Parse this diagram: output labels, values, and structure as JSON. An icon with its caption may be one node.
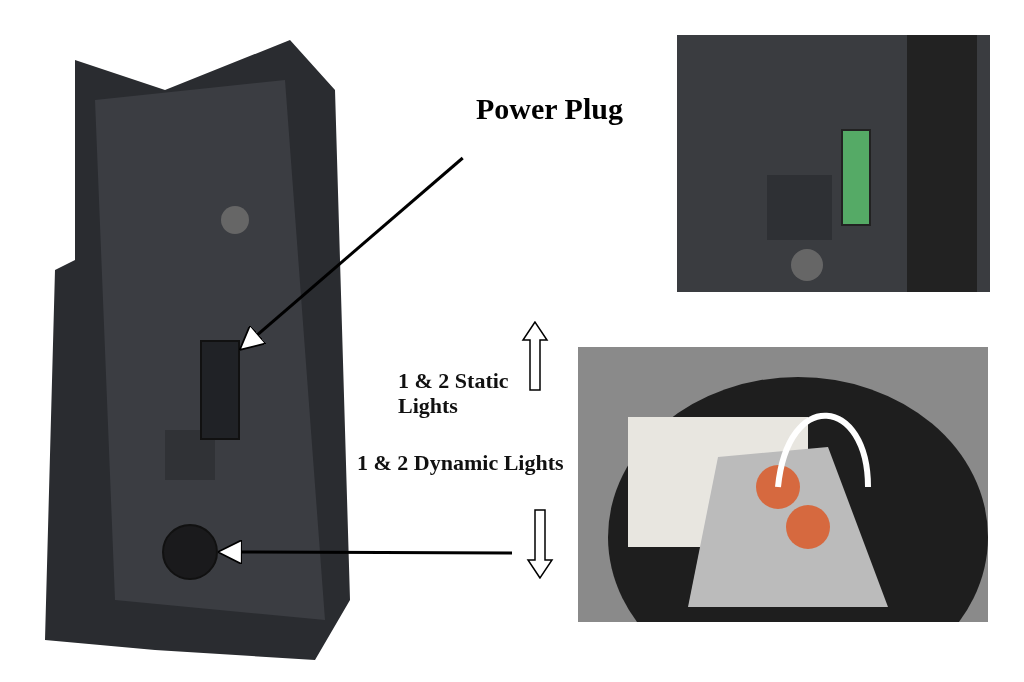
{
  "diagram": {
    "nodes": [
      {
        "text": [],
        "shape": "picture"
      },
      {
        "text": [],
        "shape": "box",
        "in": 0
      },
      {
        "text": [],
        "shape": "circle",
        "in": 0
      },
      {
        "text": [],
        "shape": "picture"
      },
      {
        "text": [],
        "shape": "picture"
      },
      {
        "text": [
          "Power Plug"
        ]
      }
    ],
    "edges": [
      {
        "from": 5,
        "to": 1,
        "arrow": "to"
      },
      {
        "from": null,
        "to": 2,
        "arrow": "to"
      }
    ],
    "labels": [
      "1 & 2 Static Lights",
      "1 & 2 Dynamic Lights"
    ]
  }
}
